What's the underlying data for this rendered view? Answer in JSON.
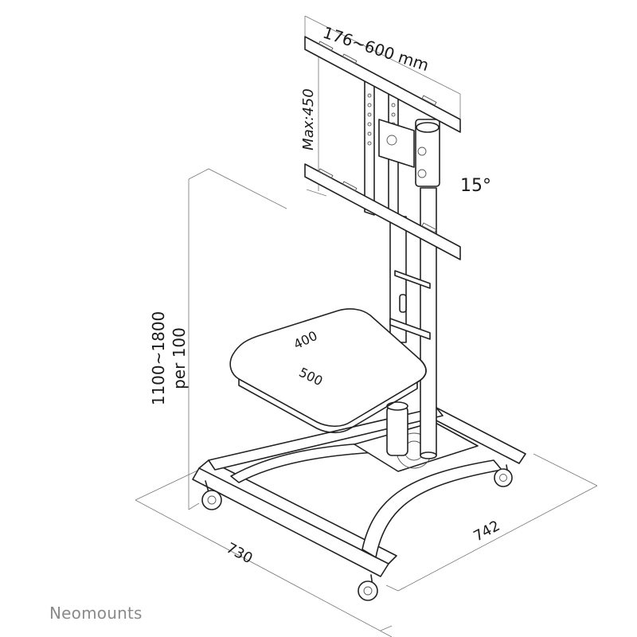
{
  "labels": {
    "width_range": "176~600 mm",
    "max_height": "Max:450",
    "tilt": "15°",
    "height_range": "1100~1800",
    "height_step": "per 100",
    "shelf_depth": "400",
    "shelf_width": "500",
    "base_depth": "730",
    "base_width": "742"
  },
  "brand": "Neomounts"
}
